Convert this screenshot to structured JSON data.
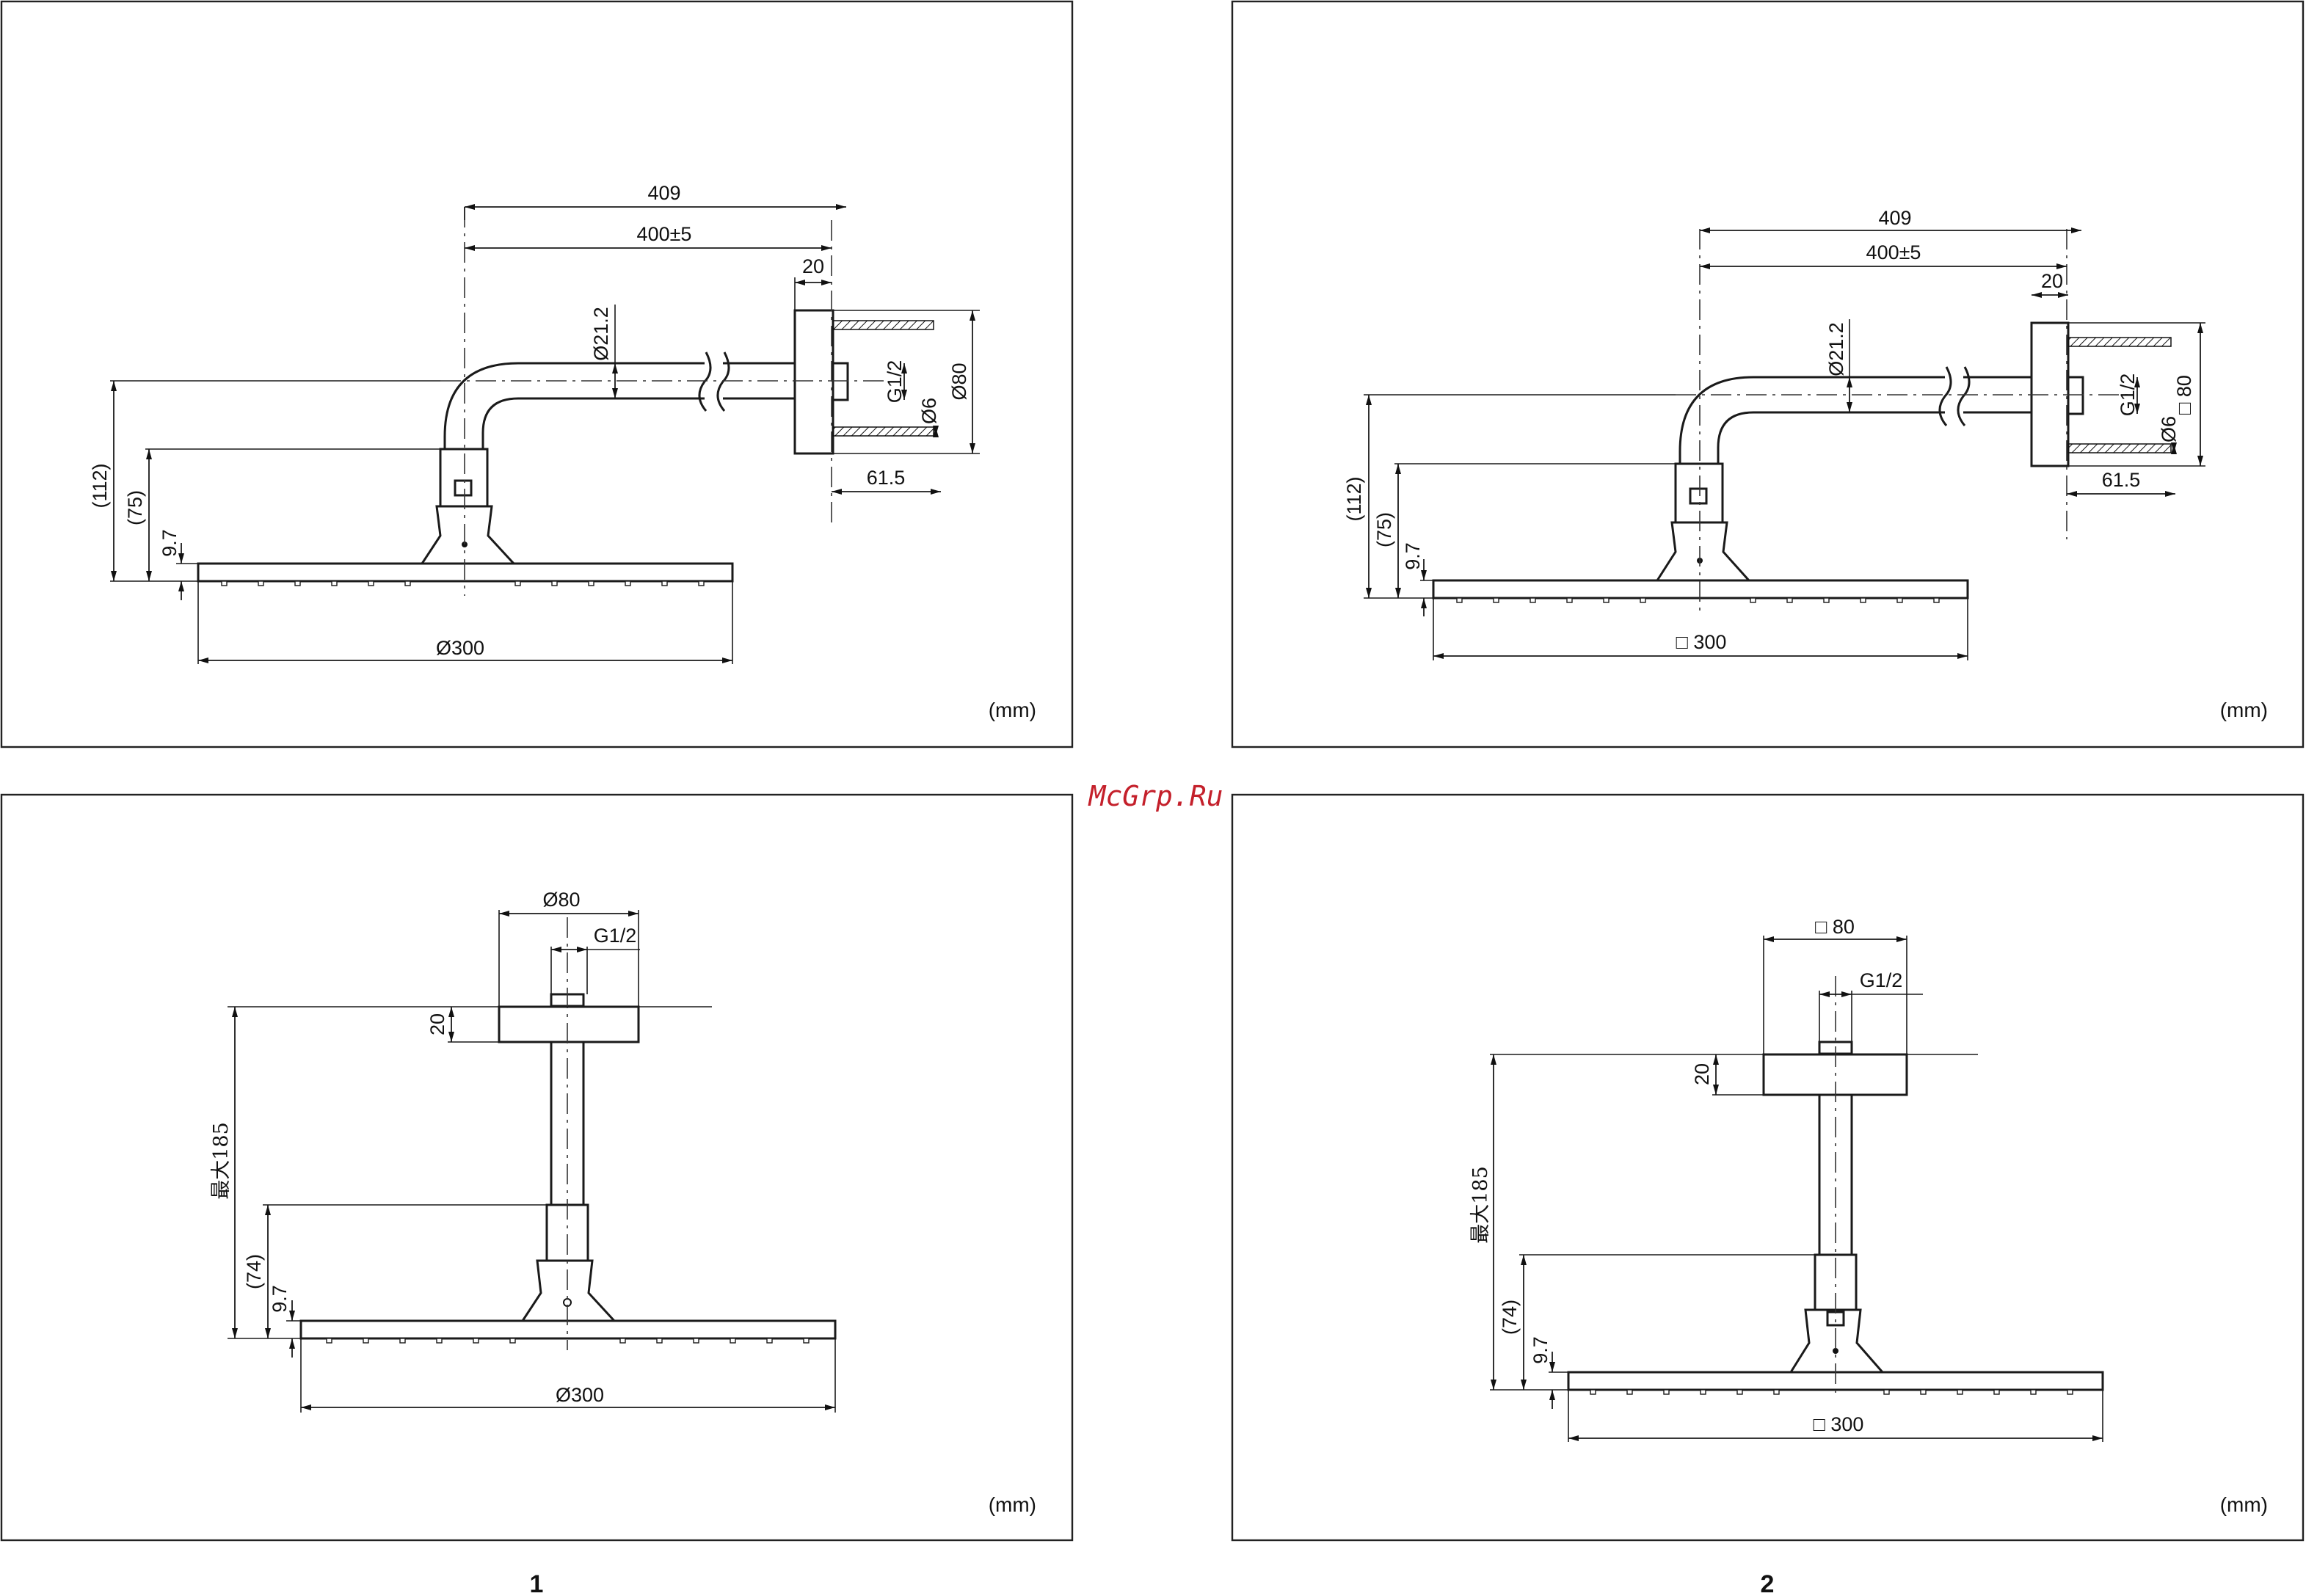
{
  "watermark": "McGrp.Ru",
  "figure_numbers": [
    "1",
    "2"
  ],
  "panels": {
    "top_left": {
      "unit": "(mm)",
      "dims": {
        "overall": "409",
        "arm": "400±5",
        "flange": "20",
        "pipe_dia": "Ø21.2",
        "thread": "G1/2",
        "base_dia": "Ø80",
        "screw": "Ø6",
        "screw_len": "61.5",
        "h1": "(112)",
        "h2": "(75)",
        "thickness": "9.7",
        "head": "Ø300"
      }
    },
    "top_right": {
      "unit": "(mm)",
      "dims": {
        "overall": "409",
        "arm": "400±5",
        "flange": "20",
        "pipe_dia": "Ø21.2",
        "thread": "G1/2",
        "base_size": "□ 80",
        "screw": "Ø6",
        "screw_len": "61.5",
        "h1": "(112)",
        "h2": "(75)",
        "thickness": "9.7",
        "head": "□ 300"
      }
    },
    "bottom_left": {
      "unit": "(mm)",
      "dims": {
        "base_dia": "Ø80",
        "thread": "G1/2",
        "flange": "20",
        "max_len": "最大185",
        "h2": "(74)",
        "thickness": "9.7",
        "head": "Ø300"
      }
    },
    "bottom_right": {
      "unit": "(mm)",
      "dims": {
        "base_size": "□ 80",
        "thread": "G1/2",
        "flange": "20",
        "max_len": "最大185",
        "h2": "(74)",
        "thickness": "9.7",
        "head": "□ 300"
      }
    }
  }
}
